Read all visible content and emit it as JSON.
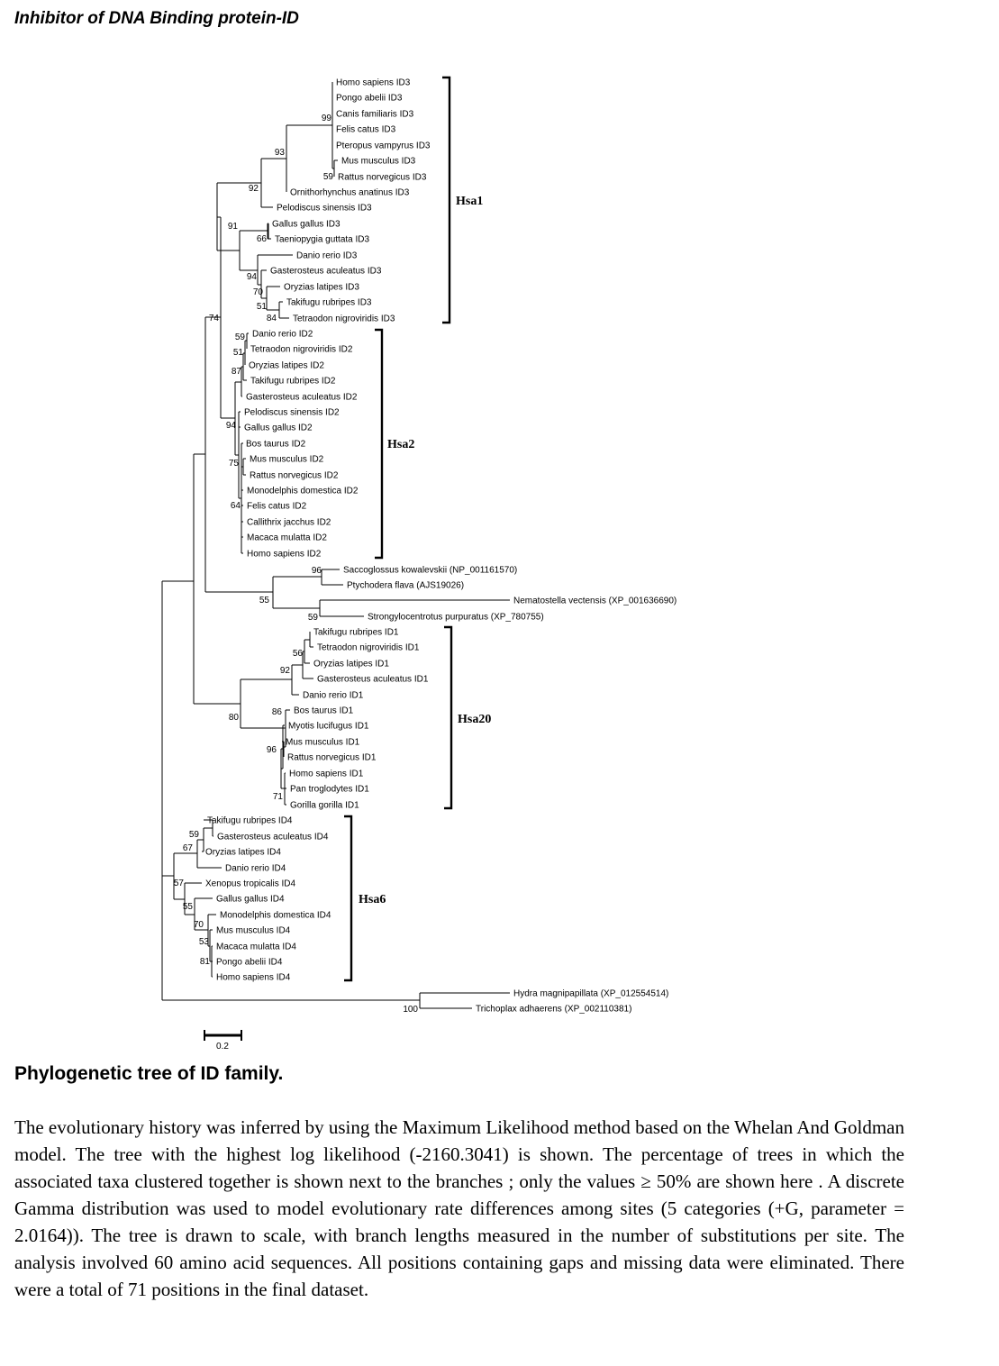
{
  "title": "Inhibitor of DNA Binding protein-ID",
  "caption": {
    "title": "Phylogenetic tree of ID family.",
    "text": "The evolutionary history was inferred by using the Maximum Likelihood method based on the Whelan And Goldman model. The tree with the highest log likelihood (-2160.3041) is shown. The percentage of trees in which the associated taxa clustered together is shown next to the branches ; only the values ≥ 50% are shown here . A discrete Gamma distribution was used to model evolutionary rate differences among sites (5 categories (+G, parameter = 2.0164)). The tree is drawn to scale, with branch lengths measured in the number of substitutions per site. The analysis involved 60 amino acid sequences. All positions containing gaps and missing data were eliminated. There were a total of 71 positions in the final dataset."
  },
  "scale_bar_label": "0.2",
  "clades": [
    "Hsa1",
    "Hsa2",
    "Hsa20",
    "Hsa6"
  ],
  "taxa": [
    "Homo sapiens ID3",
    "Pongo abelii ID3",
    "Canis familiaris ID3",
    "Felis catus ID3",
    "Pteropus vampyrus ID3",
    "Mus musculus ID3",
    "Rattus norvegicus ID3",
    "Ornithorhynchus anatinus ID3",
    "Pelodiscus sinensis ID3",
    "Gallus gallus ID3",
    "Taeniopygia guttata ID3",
    "Danio rerio ID3",
    "Gasterosteus aculeatus ID3",
    "Oryzias latipes ID3",
    "Takifugu rubripes ID3",
    "Tetraodon nigroviridis ID3",
    "Danio rerio ID2",
    "Tetraodon nigroviridis ID2",
    "Oryzias latipes ID2",
    "Takifugu rubripes ID2",
    "Gasterosteus aculeatus ID2",
    "Pelodiscus sinensis ID2",
    "Gallus gallus ID2",
    "Bos taurus ID2",
    "Mus musculus ID2",
    "Rattus norvegicus ID2",
    "Monodelphis domestica ID2",
    "Felis catus ID2",
    "Callithrix jacchus ID2",
    "Macaca mulatta ID2",
    "Homo sapiens ID2",
    "Saccoglossus kowalevskii (NP_001161570)",
    "Ptychodera flava (AJS19026)",
    "Nematostella vectensis (XP_001636690)",
    "Strongylocentrotus purpuratus (XP_780755)",
    "Takifugu rubripes ID1",
    "Tetraodon nigroviridis ID1",
    "Oryzias latipes ID1",
    "Gasterosteus aculeatus ID1",
    "Danio rerio ID1",
    "Bos taurus ID1",
    "Myotis lucifugus ID1",
    "Mus musculus ID1",
    "Rattus norvegicus ID1",
    "Homo sapiens ID1",
    "Pan troglodytes ID1",
    "Gorilla gorilla ID1",
    "Takifugu rubripes ID4",
    "Gasterosteus aculeatus ID4",
    "Oryzias latipes ID4",
    "Danio rerio ID4",
    "Xenopus tropicalis ID4",
    "Gallus gallus ID4",
    "Monodelphis domestica ID4",
    "Mus musculus ID4",
    "Macaca mulatta ID4",
    "Pongo abelii ID4",
    "Homo sapiens ID4",
    "Hydra magnipapillata (XP_012554514)",
    "Trichoplax adhaerens (XP_002110381)"
  ],
  "bootstrap_values": [
    "99",
    "93",
    "59",
    "92",
    "91",
    "66",
    "94",
    "70",
    "51",
    "84",
    "74",
    "59",
    "51",
    "87",
    "94",
    "75",
    "64",
    "96",
    "55",
    "59",
    "56",
    "92",
    "86",
    "80",
    "96",
    "71",
    "59",
    "67",
    "57",
    "55",
    "70",
    "53",
    "81",
    "100"
  ]
}
